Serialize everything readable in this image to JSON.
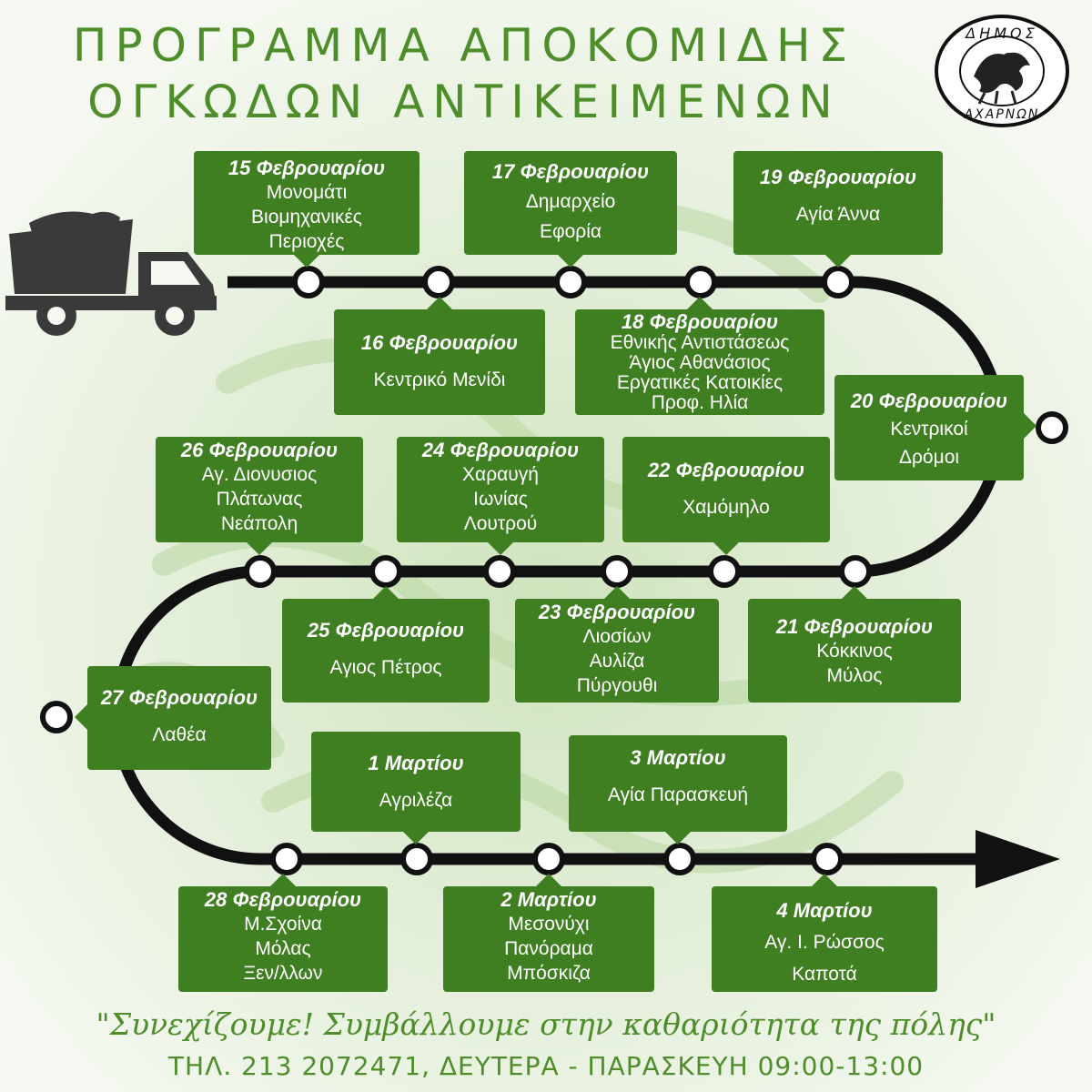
{
  "header": {
    "title_line1": "ΠΡΟΓΡΑΜΜΑ ΑΠΟΚΟΜΙΔΗΣ",
    "title_line2": "ΟΓΚΩΔΩΝ ΑΝΤΙΚΕΙΜΕΝΩΝ",
    "logo_top": "ΔΗΜΟΣ",
    "logo_bottom": "ΑΧΑΡΝΩΝ"
  },
  "colors": {
    "brand_green": "#3f7f22",
    "text_green": "#4e8e2a",
    "road": "#111111"
  },
  "icons": {
    "truck": "dump-truck-icon",
    "arrow": "arrow-right-icon"
  },
  "schedule": [
    {
      "date": "15 Φεβρουαρίου",
      "places": [
        "Μονομάτι",
        "Βιομηχανικές",
        "Περιοχές"
      ]
    },
    {
      "date": "16 Φεβρουαρίου",
      "places": [
        "Κεντρικό Μενίδι"
      ]
    },
    {
      "date": "17 Φεβρουαρίου",
      "places": [
        "Δημαρχείο",
        "Εφορία"
      ]
    },
    {
      "date": "18 Φεβρουαρίου",
      "places": [
        "Εθνικής Αντιστάσεως",
        "Άγιος Αθανάσιος",
        "Εργατικές Κατοικίες",
        "Προφ. Ηλία"
      ]
    },
    {
      "date": "19 Φεβρουαρίου",
      "places": [
        "Αγία Άννα"
      ]
    },
    {
      "date": "20 Φεβρουαρίου",
      "places": [
        "Κεντρικοί",
        "Δρόμοι"
      ]
    },
    {
      "date": "21 Φεβρουαρίου",
      "places": [
        "Κόκκινος",
        "Μύλος"
      ]
    },
    {
      "date": "22 Φεβρουαρίου",
      "places": [
        "Χαμόμηλο"
      ]
    },
    {
      "date": "23 Φεβρουαρίου",
      "places": [
        "Λιοσίων",
        "Αυλίζα",
        "Πύργουθι"
      ]
    },
    {
      "date": "24 Φεβρουαρίου",
      "places": [
        "Χαραυγή",
        "Ιωνίας",
        "Λουτρού"
      ]
    },
    {
      "date": "25 Φεβρουαρίου",
      "places": [
        "Αγιος Πέτρος"
      ]
    },
    {
      "date": "26 Φεβρουαρίου",
      "places": [
        "Αγ. Διονυσιος",
        "Πλάτωνας",
        "Νεάπολη"
      ]
    },
    {
      "date": "27 Φεβρουαρίου",
      "places": [
        "Λαθέα"
      ]
    },
    {
      "date": "28 Φεβρουαρίου",
      "places": [
        "Μ.Σχοίνα",
        "Μόλας",
        "Ξεν/λλων"
      ]
    },
    {
      "date": "1 Μαρτίου",
      "places": [
        "Αγριλέζα"
      ]
    },
    {
      "date": "2 Μαρτίου",
      "places": [
        "Μεσονύχι",
        "Πανόραμα",
        "Μπόσκιζα"
      ]
    },
    {
      "date": "3 Μαρτίου",
      "places": [
        "Αγία Παρασκευή"
      ]
    },
    {
      "date": "4 Μαρτίου",
      "places": [
        "Αγ. Ι. Ρώσσος",
        "Καποτά"
      ]
    }
  ],
  "footer": {
    "slogan": "\"Συνεχίζουμε! Συμβάλλουμε στην καθαριότητα της πόλης\"",
    "contact": "ΤΗΛ. 213 2072471, ΔΕΥΤΕΡΑ - ΠΑΡΑΣΚΕΥΗ  09:00-13:00"
  }
}
